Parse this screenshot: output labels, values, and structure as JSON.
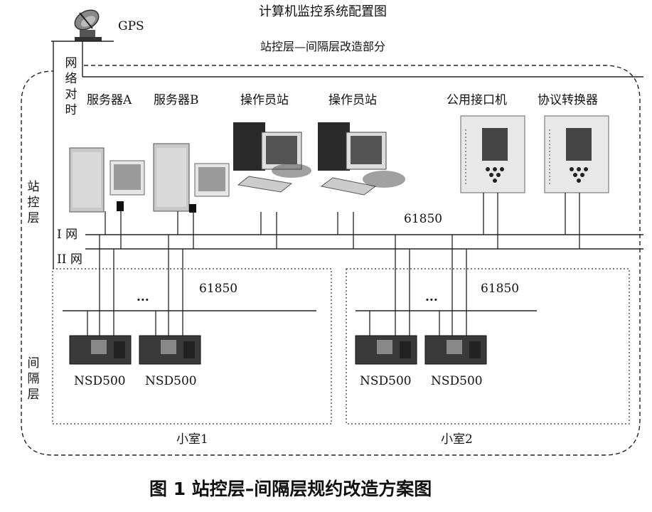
{
  "diagram": {
    "title": "计算机监控系统配置图",
    "subtitle": "站控层—间隔层改造部分",
    "gps": "GPS",
    "time_sync": "网络对时",
    "station_layer": "站控层",
    "bay_layer": "间隔层",
    "net1": "I 网",
    "net2": "II 网",
    "server_a": "服务器A",
    "server_b": "服务器B",
    "operator1": "操作员站",
    "operator2": "操作员站",
    "public_interface": "公用接口机",
    "protocol_converter": "协议转换器",
    "protocol_top": "61850",
    "protocol_room1": "61850",
    "protocol_room2": "61850",
    "ellipsis1": "...",
    "ellipsis2": "...",
    "device1": "NSD500",
    "device2": "NSD500",
    "device3": "NSD500",
    "device4": "NSD500",
    "room1": "小室1",
    "room2": "小室2"
  },
  "caption": "图 1   站控层–间隔层规约改造方案图"
}
